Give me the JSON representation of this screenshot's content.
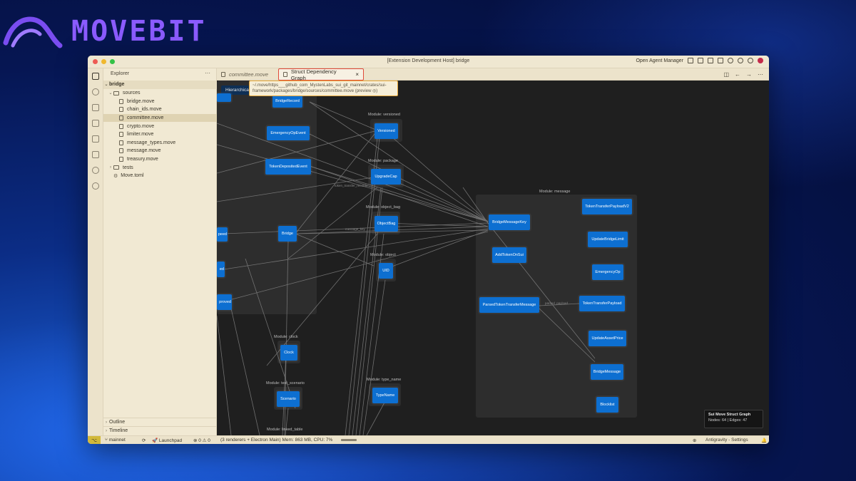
{
  "brand": {
    "name": "MOVEBIT"
  },
  "window": {
    "title": "[Extension Development Host] bridge",
    "agent_manager": "Open Agent Manager"
  },
  "sidebar": {
    "header": "Explorer",
    "more": "···",
    "root": "bridge",
    "sources_folder": "sources",
    "files": [
      "bridge.move",
      "chain_ids.move",
      "committee.move",
      "crypto.move",
      "limiter.move",
      "message_types.move",
      "message.move",
      "treasury.move"
    ],
    "tests_folder": "tests",
    "toml": "Move.toml",
    "outline": "Outline",
    "timeline": "Timeline"
  },
  "tabs": {
    "inactive": "committee.move",
    "active": "Struct Dependency Graph",
    "close": "×"
  },
  "tooltip": {
    "text": "~/.move/https___github_com_MystenLabs_sui_git_mainnet/crates/sui-framework/packages/bridge/sources/committee.move (preview ◎)"
  },
  "graph": {
    "hier_button": "Hierarchical",
    "modules": {
      "versioned": "Module: versioned",
      "package": "Module: package",
      "object_bag": "Module: object_bag",
      "object": "Module: object",
      "clock": "Module: clock",
      "test_scenario": "Module: test_scenario",
      "type_name": "Module: type_name",
      "linked_table": "Module: linked_table",
      "message": "Module: message"
    },
    "nodes": {
      "bridge_record": "BridgeRecord",
      "emergency_op_event": "EmergencyOpEvent",
      "token_deposited_event": "TokenDepositedEvent",
      "bridge": "Bridge",
      "speed": "peed",
      "ed": "ed",
      "proved": "proved",
      "versioned": "Versioned",
      "upgrade_cap": "UpgradeCap",
      "object_bag": "ObjectBag",
      "uid": "UID",
      "clock": "Clock",
      "scenario": "Scenario",
      "type_name": "TypeName",
      "bridge_message_key": "BridgeMessageKey",
      "add_token_on_sui": "AddTokenOnSui",
      "parsed_token_transfer_message": "ParsedTokenTransferMessage",
      "token_transfer_payload_v2": "TokenTransferPayloadV2",
      "update_bridge_limit": "UpdateBridgeLimit",
      "emergency_op": "EmergencyOp",
      "token_transfer_payload": "TokenTransferPayload",
      "update_asset_price": "UpdateAssetPrice",
      "bridge_message": "BridgeMessage",
      "blocklist": "Blocklist"
    },
    "edge_labels": {
      "parsed_payload": "parsed_payload",
      "message_key": "message_key",
      "token_transfer_record": "token_transfer_records"
    },
    "info": {
      "title": "Sui Move Struct Graph",
      "stats": "Nodes: 64 | Edges: 47"
    }
  },
  "status": {
    "branch": "mainnet",
    "launchpad": "Launchpad",
    "problems": "⊗ 0 ⚠ 0",
    "memory": "(3 renderers + Electron Main) Mem: 863 MB, CPU: 7%",
    "settings": "Antigravity - Settings"
  },
  "colors": {
    "accent": "#0d6fd1",
    "brand": "#8b5bff",
    "active_tab_border": "#e04a3a",
    "tooltip_border": "#e8a93a"
  }
}
